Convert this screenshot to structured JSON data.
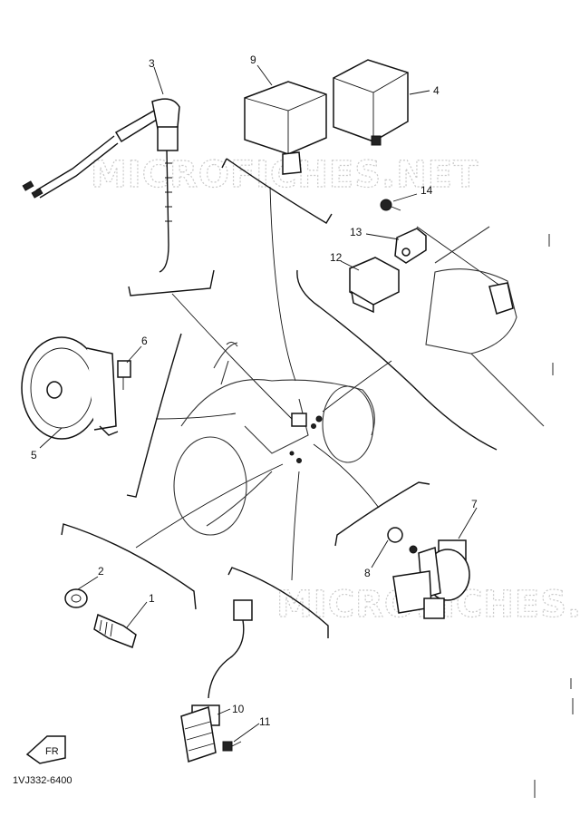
{
  "watermark": "MICROFICHES.NET",
  "diagram_code": "1VJ332-6400",
  "front_badge": "FR",
  "callouts": {
    "p1": "1",
    "p2": "2",
    "p3": "3",
    "p4": "4",
    "p5": "5",
    "p6": "6",
    "p7": "7",
    "p8": "8",
    "p9": "9",
    "p10": "10",
    "p11": "11",
    "p12": "12",
    "p13": "13",
    "p14": "14"
  }
}
